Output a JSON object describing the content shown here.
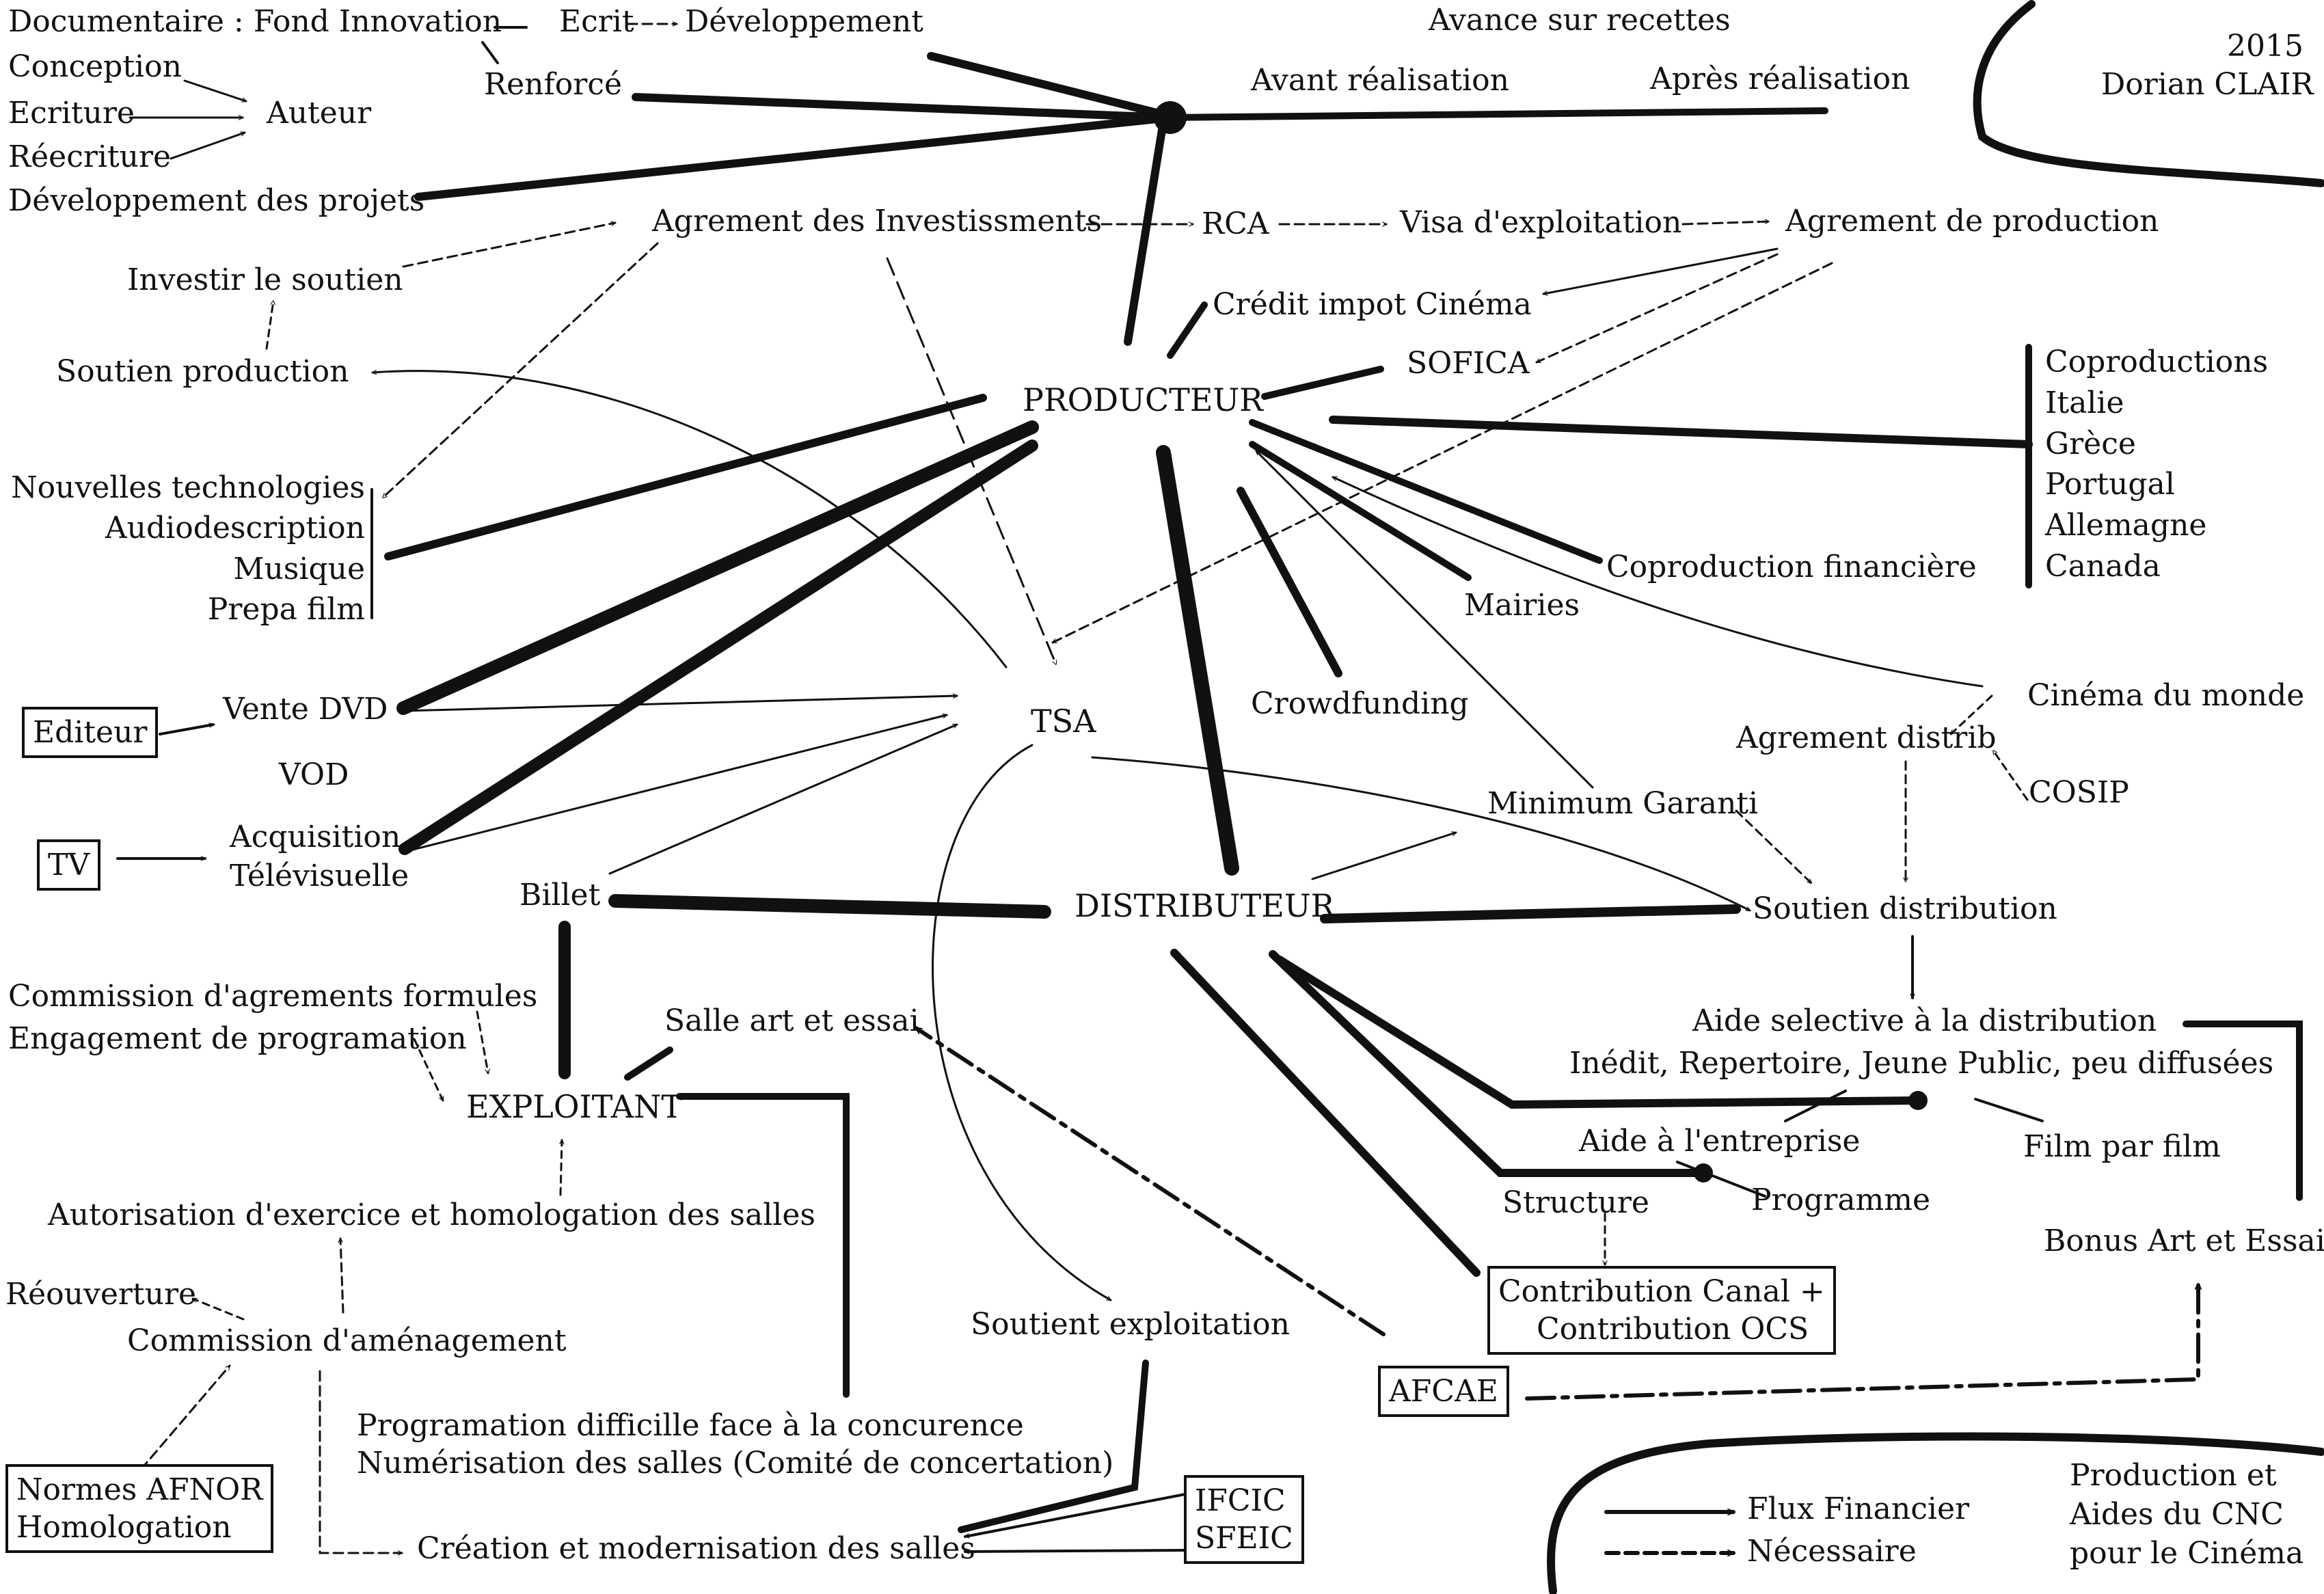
{
  "meta": {
    "year": "2015",
    "author": "Dorian CLAIR"
  },
  "top_left": {
    "documentaire": "Documentaire : Fond Innovation",
    "ecrit": "Ecrit",
    "developpement": "Développement",
    "renforce": "Renforcé",
    "conception": "Conception",
    "ecriture": "Ecriture",
    "reecriture": "Réecriture",
    "auteur": "Auteur",
    "developpement_projets": "Développement des projets"
  },
  "top_right": {
    "avance": "Avance sur recettes",
    "avant": "Avant réalisation",
    "apres": "Après réalisation"
  },
  "agrements": {
    "investissements": "Agrement des Investissments",
    "rca": "RCA",
    "visa": "Visa d'exploitation",
    "production": "Agrement de production",
    "credit": "Crédit impot Cinéma",
    "sofica": "SOFICA",
    "investir": "Investir le soutien",
    "soutien_production": "Soutien production"
  },
  "center": {
    "producteur": "PRODUCTEUR",
    "distributeur": "DISTRIBUTEUR",
    "exploitant": "EXPLOITANT",
    "tsa": "TSA"
  },
  "left_list": [
    "Nouvelles technologies",
    "Audiodescription",
    "Musique",
    "Prepa film"
  ],
  "coproductions": [
    "Coproductions",
    "Italie",
    "Grèce",
    "Portugal",
    "Allemagne",
    "Canada"
  ],
  "sources": {
    "coproduction_financiere": "Coproduction financière",
    "mairies": "Mairies",
    "crowdfunding": "Crowdfunding",
    "minimum_garanti": "Minimum Garanti",
    "editeur": "Editeur",
    "vente_dvd": "Vente DVD",
    "vod": "VOD",
    "tv": "TV",
    "acquisition": "Acquisition\nTélévisuelle",
    "billet": "Billet"
  },
  "distribution": {
    "cinema_monde": "Cinéma du monde",
    "agrement_distrib": "Agrement distrib",
    "cosip": "COSIP",
    "soutien_distribution": "Soutien distribution",
    "aide_selective": "Aide selective à la distribution",
    "inedit": "Inédit, Repertoire, Jeune Public, peu diffusées",
    "film_par_film": "Film par film",
    "aide_entreprise": "Aide à l'entreprise",
    "structure": "Structure",
    "programme": "Programme",
    "bonus": "Bonus Art et Essai",
    "contribution": "Contribution Canal +\n    Contribution OCS"
  },
  "exploitation": {
    "commission_agrements": "Commission d'agrements formules",
    "engagement": "Engagement de programation",
    "salle_art": "Salle art et essai",
    "autorisation": "Autorisation d'exercice et homologation des salles",
    "reouverture": "Réouverture",
    "commission_amenagement": "Commission d'aménagement",
    "normes": "Normes AFNOR\nHomologation",
    "programation": "Programation difficille face à la concurence\nNumérisation des salles (Comité de concertation)",
    "creation": "Création et modernisation des salles",
    "soutient": "Soutient exploitation",
    "ifcic": "IFCIC\nSFEIC",
    "afcae": "AFCAE"
  },
  "legend": {
    "flux": "Flux Financier",
    "necessaire": "Nécessaire",
    "title": "Production et\nAides du CNC\npour le Cinéma"
  }
}
